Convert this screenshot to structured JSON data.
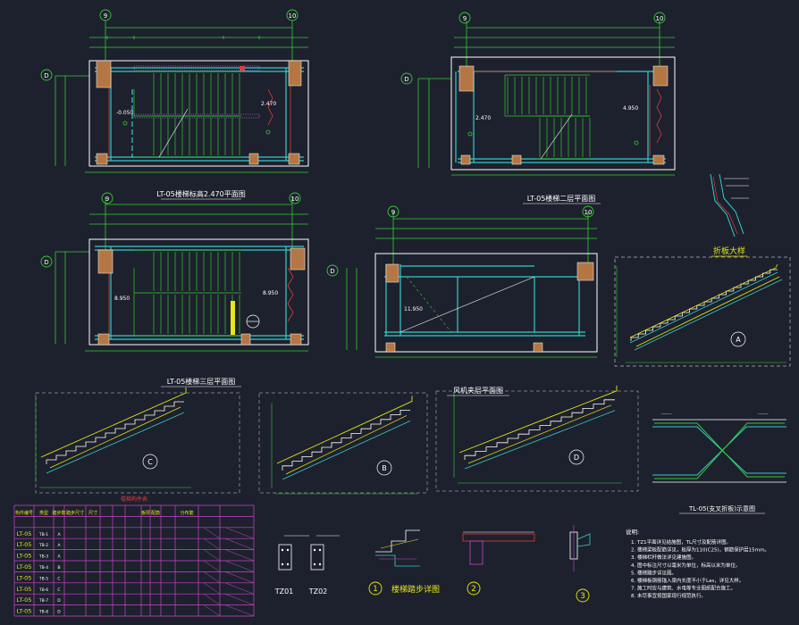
{
  "grid_axes": {
    "g9": "9",
    "g10": "10",
    "gD": "D"
  },
  "titles": {
    "plan1": "LT-05楼梯标高2.470平面图",
    "plan2": "LT-05楼梯二层平面图",
    "plan3": "LT-05楼梯三层平面图",
    "plan4": "风机夹层平面图",
    "fold_detail": "折板大样",
    "tl_detail": "TL-05(支叉折板)示意图",
    "step_detail": "楼梯踏步详图"
  },
  "plan_levels": {
    "p1_a": "-0.050",
    "p1_b": "2.470",
    "p2_a": "2.470",
    "p2_b": "4.950",
    "p3_a": "8.950",
    "p3_b": "8.950",
    "p4_a": "11.950"
  },
  "section_markers": [
    "A",
    "C",
    "B",
    "D"
  ],
  "detail_markers": [
    "1",
    "2",
    "3"
  ],
  "column_labels": {
    "tz01": "TZ01",
    "tz02": "TZ02"
  },
  "table": {
    "title": "楼梯构件表",
    "headers": [
      "构件编号",
      "类型",
      "踏步数",
      "踏步尺寸",
      "尺寸",
      "",
      "",
      "",
      "板厚",
      "配筋",
      "",
      "分布筋"
    ],
    "rows": [
      [
        "LT-05",
        "TB-1",
        "A"
      ],
      [
        "LT-05",
        "TB-2",
        "A"
      ],
      [
        "LT-05",
        "TB-3",
        "A"
      ],
      [
        "LT-05",
        "TB-4",
        "B"
      ],
      [
        "LT-05",
        "TB-5",
        "C"
      ],
      [
        "LT-05",
        "TB-6",
        "C"
      ],
      [
        "LT-05",
        "TB-7",
        "D"
      ],
      [
        "LT-05",
        "TB-8",
        "D"
      ]
    ]
  },
  "notes": {
    "heading": "说明:",
    "lines": [
      "1. TZ1平面详见结施图，TL尺寸及配筋详图。",
      "2. 楼梯梁板配筋详见，板厚为110(C25)，钢筋保护层15mm。",
      "3. 楼梯栏杆做法详见建施图。",
      "4. 图中标注尺寸以毫米为单位，标高以米为单位。",
      "5. 楼梯踏步详见图。",
      "6. 楼梯板钢筋锚入梁内长度不小于Las，详见大样。",
      "7. 施工时应与建筑、水电等专业图纸配合施工。",
      "8. 未尽事宜按国家现行规范执行。"
    ]
  },
  "colors": {
    "background": "#1d212d",
    "wall": "#33cccc",
    "dim": "#33cc33",
    "stair": "#e6e619",
    "column": "#b47744",
    "rebar": "#e23b3b",
    "text": "#ffffff",
    "magenta": "#cc44cc",
    "blue": "#4466ee"
  }
}
